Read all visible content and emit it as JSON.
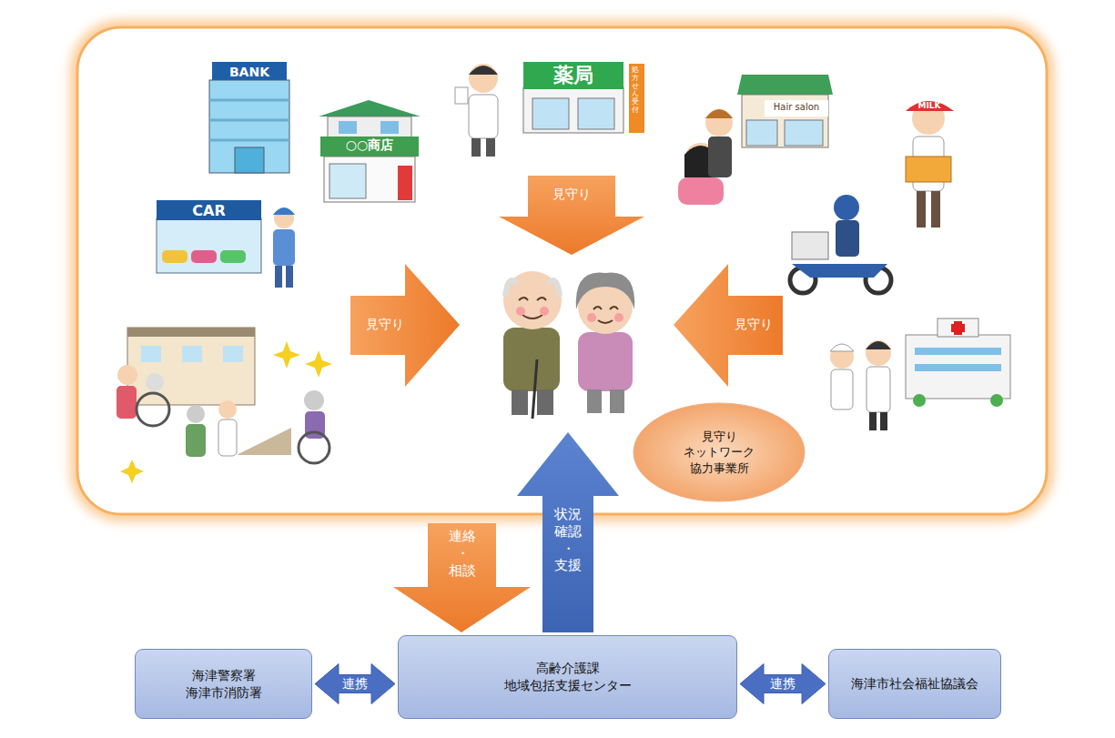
{
  "diagram": {
    "nodes": [
      {
        "text": [
          "見守り ネットワーク 協力事業所"
        ]
      },
      {
        "text": [
          "海津警察署 海津市消防署"
        ]
      },
      {
        "text": [
          "高齢介護課 地域包括支援センター"
        ]
      },
      {
        "text": [
          "海津市社会福祉協議会"
        ]
      }
    ],
    "edges": [
      {
        "from": 1,
        "to": 2,
        "label": "連携",
        "arrow": "both"
      },
      {
        "from": 2,
        "to": 3,
        "label": "連携",
        "arrow": "both"
      }
    ],
    "labels": [
      "BANK",
      "○○商店",
      "CAR",
      "薬局",
      "処方せん受付",
      "Hair salon",
      "MILK",
      "見守り",
      "見守り",
      "見守り",
      "連絡 ・ 相談",
      "状況 確認 ・ 支援"
    ]
  }
}
